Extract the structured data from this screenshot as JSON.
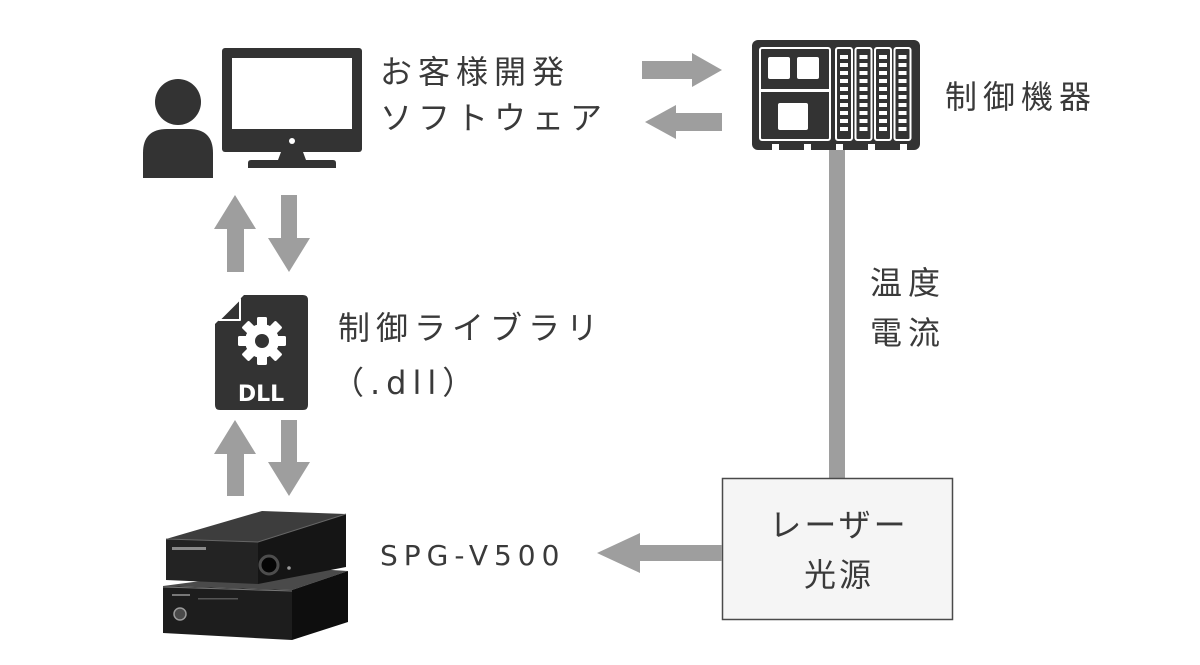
{
  "diagram": {
    "software": {
      "line1": "お客様開発",
      "line2": "ソフトウェア"
    },
    "control_device": {
      "label": "制御機器"
    },
    "signals": {
      "line1": "温度",
      "line2": "電流"
    },
    "laser": {
      "line1": "レーザー",
      "line2": "光源"
    },
    "device": {
      "label": "SPG-V500"
    },
    "library": {
      "line1": "制御ライブラリ",
      "line2": "（.dll）",
      "icon_text": "DLL"
    }
  },
  "icons": {
    "user": "user-icon",
    "monitor": "monitor-icon",
    "control_device": "control-device-icon",
    "library_file": "dll-file-icon",
    "gear": "gear-icon",
    "device": "spg-v500-device-image",
    "arrow": "block-arrow-icon"
  },
  "colors": {
    "background": "#ffffff",
    "text": "#3a3a3a",
    "icon": "#333333",
    "arrow": "#9e9e9e",
    "box_fill": "#f5f5f5",
    "box_border": "#4a4a4a"
  }
}
